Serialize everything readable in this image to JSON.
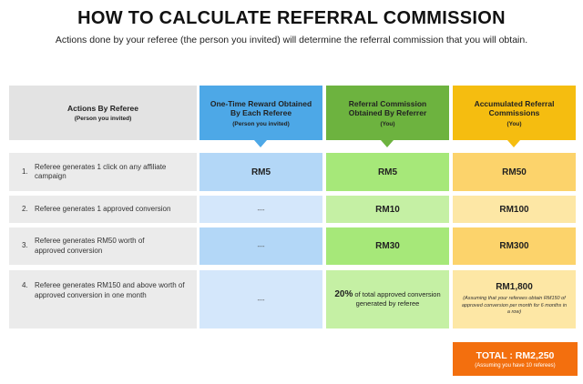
{
  "page": {
    "title": "HOW TO CALCULATE REFERRAL COMMISSION",
    "subtitle": "Actions done by your referee (the person you invited) will determine the referral commission that you will obtain."
  },
  "columns": [
    {
      "title": "Actions By Referee",
      "sub": "(Person you invited)"
    },
    {
      "title": "One-Time Reward Obtained By Each Referee",
      "sub": "(Person you invited)"
    },
    {
      "title": "Referral Commission Obtained By Referrer",
      "sub": "(You)"
    },
    {
      "title": "Accumulated Referral Commissions",
      "sub": "(You)"
    }
  ],
  "rows": [
    {
      "num": "1.",
      "action": "Referee generates 1 click on any affiliate campaign",
      "reward": "RM5",
      "commission": "RM5",
      "accumulated": "RM50"
    },
    {
      "num": "2.",
      "action": "Referee generates 1 approved conversion",
      "reward": "---",
      "commission": "RM10",
      "accumulated": "RM100"
    },
    {
      "num": "3.",
      "action": "Referee generates RM50 worth of approved conversion",
      "reward": "---",
      "commission": "RM30",
      "accumulated": "RM300"
    },
    {
      "num": "4.",
      "action": "Referee generates RM150 and above worth of approved conversion in one month",
      "reward": "---",
      "commission_pct": "20%",
      "commission_rest": " of total approved conversion generated by referee",
      "accumulated": "RM1,800",
      "accumulated_note": "(Assuming that your referees obtain RM150 of approved conversion per month for 6 months in a row)"
    }
  ],
  "total": {
    "label": "TOTAL : RM2,250",
    "note": "(Assuming you have 10 referees)"
  },
  "colors": {
    "gray_header": "#e3e3e3",
    "row_label_bg": "#ebebeb",
    "blue_header": "#4da8e7",
    "blue_dark": "#b3d7f7",
    "blue_light": "#d4e7fb",
    "green_header": "#6db33f",
    "green_dark": "#a6e879",
    "green_light": "#c5f0a4",
    "yellow_header": "#f5bd10",
    "yellow_dark": "#fcd36b",
    "yellow_light": "#fde7a5",
    "orange_total": "#f36f0e"
  }
}
